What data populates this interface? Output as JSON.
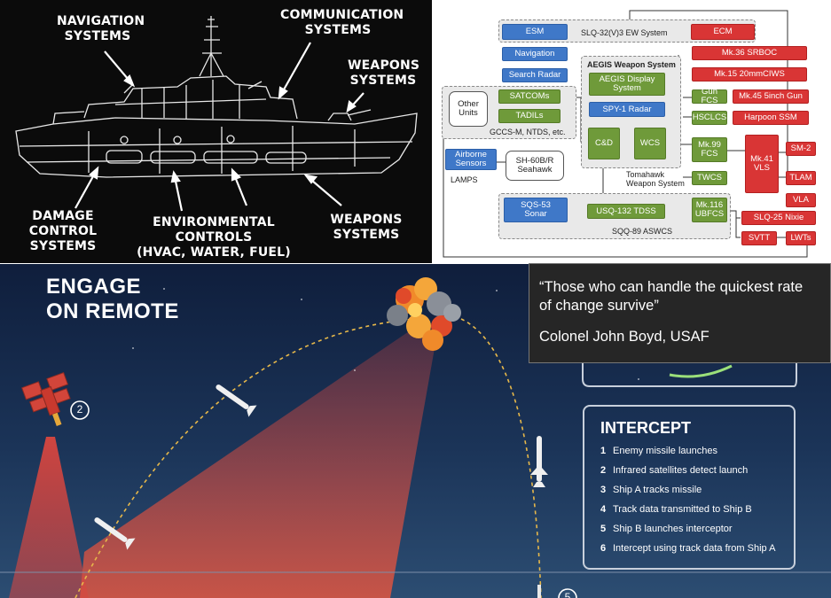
{
  "ship_labels": {
    "navigation": "NAVIGATION\nSYSTEMS",
    "communication": "COMMUNICATION\nSYSTEMS",
    "weapons_top": "WEAPONS\nSYSTEMS",
    "damage_control": "DAMAGE\nCONTROL\nSYSTEMS",
    "environmental": "ENVIRONMENTAL CONTROLS\n(HVAC, WATER, FUEL)",
    "weapons_bottom": "WEAPONS\nSYSTEMS"
  },
  "diagram": {
    "esm": "ESM",
    "ew_system": "SLQ-32(V)3 EW System",
    "ecm": "ECM",
    "navigation": "Navigation",
    "search_radar": "Search Radar",
    "aegis_title": "AEGIS Weapon System",
    "aegis_display": "AEGIS Display\nSystem",
    "spy1": "SPY-1 Radar",
    "cd": "C&D",
    "wcs": "WCS",
    "other_units": "Other\nUnits",
    "satcoms": "SATCOMs",
    "tadils": "TADILs",
    "gccs": "GCCS-M, NTDS, etc.",
    "airborne": "Airborne\nSensors",
    "seahawk": "SH-60B/R\nSeahawk",
    "lamps": "LAMPS",
    "sqs53": "SQS-53\nSonar",
    "usq132": "USQ-132 TDSS",
    "mk116": "Mk.116\nUBFCS",
    "sqq89": "SQQ-89 ASWCS",
    "mk36": "Mk.36 SRBOC",
    "mk15": "Mk.15 20mmCIWS",
    "gun_fcs": "Gun FCS",
    "mk45": "Mk.45 5inch Gun",
    "hsclcs": "HSCLCS",
    "harpoon": "Harpoon SSM",
    "mk99": "Mk.99\nFCS",
    "mk41": "Mk.41\nVLS",
    "sm2": "SM-2",
    "tomahawk": "Tomahawk\nWeapon System",
    "twcs": "TWCS",
    "tlam": "TLAM",
    "vla": "VLA",
    "slq25": "SLQ-25 Nixie",
    "svtt": "SVTT",
    "lwts": "LWTs"
  },
  "engage": {
    "title_line1": "ENGAGE",
    "title_line2": "ON REMOTE",
    "marker_2": "2",
    "marker_5": "5"
  },
  "quote": {
    "text": "“Those who can handle the quickest rate of change survive”",
    "author": "Colonel John Boyd, USAF"
  },
  "intercept": {
    "title": "INTERCEPT",
    "steps": [
      {
        "num": "1",
        "text": "Enemy missile launches"
      },
      {
        "num": "2",
        "text": "Infrared satellites detect launch"
      },
      {
        "num": "3",
        "text": "Ship A tracks missile"
      },
      {
        "num": "4",
        "text": "Track data transmitted to Ship B"
      },
      {
        "num": "5",
        "text": "Ship B launches interceptor"
      },
      {
        "num": "6",
        "text": "Intercept using track data from Ship A"
      }
    ]
  },
  "colors": {
    "diagram_blue": "#3f78c8",
    "diagram_green": "#6f9a3a",
    "diagram_red": "#d93535",
    "radar_beam": "#d9463f",
    "night_sky": "#0f1e3c"
  }
}
